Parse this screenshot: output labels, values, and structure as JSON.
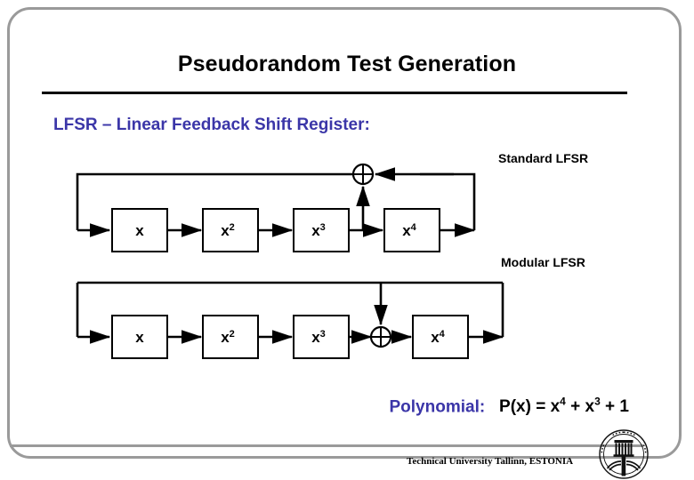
{
  "slide": {
    "title": "Pseudorandom Test Generation",
    "subtitle": "LFSR – Linear Feedback Shift Register:"
  },
  "diagrams": [
    {
      "id": "standard",
      "label": "Standard LFSR",
      "xor_position": "feedback-tap-above",
      "stages": [
        {
          "base": "x",
          "exp": ""
        },
        {
          "base": "x",
          "exp": "2"
        },
        {
          "base": "x",
          "exp": "3"
        },
        {
          "base": "x",
          "exp": "4"
        }
      ]
    },
    {
      "id": "modular",
      "label": "Modular LFSR",
      "xor_position": "inline-between-stage3-and-stage4",
      "stages": [
        {
          "base": "x",
          "exp": ""
        },
        {
          "base": "x",
          "exp": "2"
        },
        {
          "base": "x",
          "exp": "3"
        },
        {
          "base": "x",
          "exp": "4"
        }
      ]
    }
  ],
  "polynomial": {
    "key": "Polynomial:",
    "value": "P(x) = x4 + x3 + 1",
    "lhs": "P(x) = x",
    "exp1": "4",
    "mid": " + x",
    "exp2": "3",
    "tail": " + 1"
  },
  "footer": {
    "text": "Technical University Tallinn, ESTONIA",
    "logo_name": "university-seal-logo"
  },
  "colors": {
    "accent_blue": "#3b36a8",
    "frame_gray": "#9a9a9a",
    "ink_black": "#000000"
  }
}
